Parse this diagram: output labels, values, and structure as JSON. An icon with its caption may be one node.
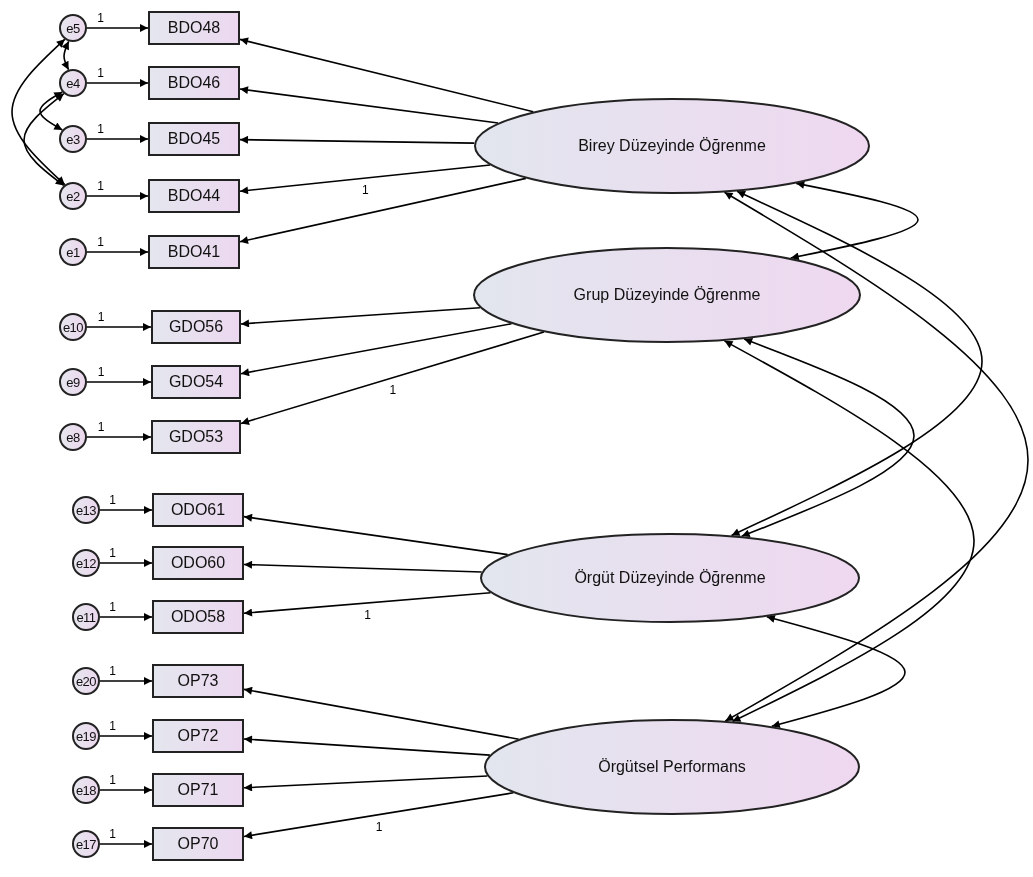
{
  "diagram": {
    "nodes": [
      {
        "text": [
          "e5"
        ]
      },
      {
        "text": [
          "BDO48"
        ]
      },
      {
        "text": [
          "e4"
        ]
      },
      {
        "text": [
          "BDO46"
        ]
      },
      {
        "text": [
          "e3"
        ]
      },
      {
        "text": [
          "BDO45"
        ]
      },
      {
        "text": [
          "e2"
        ]
      },
      {
        "text": [
          "BDO44"
        ]
      },
      {
        "text": [
          "e1"
        ]
      },
      {
        "text": [
          "BDO41"
        ]
      },
      {
        "text": [
          "Birey Düzeyinde Öğrenme"
        ]
      },
      {
        "text": [
          "e10"
        ]
      },
      {
        "text": [
          "GDO56"
        ]
      },
      {
        "text": [
          "e9"
        ]
      },
      {
        "text": [
          "GDO54"
        ]
      },
      {
        "text": [
          "e8"
        ]
      },
      {
        "text": [
          "GDO53"
        ]
      },
      {
        "text": [
          "Grup Düzeyinde Öğrenme"
        ]
      },
      {
        "text": [
          "e13"
        ]
      },
      {
        "text": [
          "ODO61"
        ]
      },
      {
        "text": [
          "e12"
        ]
      },
      {
        "text": [
          "ODO60"
        ]
      },
      {
        "text": [
          "e11"
        ]
      },
      {
        "text": [
          "ODO58"
        ]
      },
      {
        "text": [
          "Örgüt Düzeyinde Öğrenme"
        ]
      },
      {
        "text": [
          "e20"
        ]
      },
      {
        "text": [
          "OP73"
        ]
      },
      {
        "text": [
          "e19"
        ]
      },
      {
        "text": [
          "OP72"
        ]
      },
      {
        "text": [
          "e18"
        ]
      },
      {
        "text": [
          "OP71"
        ]
      },
      {
        "text": [
          "e17"
        ]
      },
      {
        "text": [
          "OP70"
        ]
      },
      {
        "text": [
          "Örgütsel Performans"
        ]
      }
    ],
    "edges": [
      {
        "from": 0,
        "to": 1,
        "arrow": "to",
        "label": "1"
      },
      {
        "from": 2,
        "to": 3,
        "arrow": "to",
        "label": "1"
      },
      {
        "from": 4,
        "to": 5,
        "arrow": "to",
        "label": "1"
      },
      {
        "from": 6,
        "to": 7,
        "arrow": "to",
        "label": "1"
      },
      {
        "from": 8,
        "to": 9,
        "arrow": "to",
        "label": "1"
      },
      {
        "from": 10,
        "to": 1,
        "arrow": "to"
      },
      {
        "from": 10,
        "to": 3,
        "arrow": "to"
      },
      {
        "from": 10,
        "to": 5,
        "arrow": "to"
      },
      {
        "from": 10,
        "to": 7,
        "arrow": "to",
        "label": "1"
      },
      {
        "from": 10,
        "to": 9,
        "arrow": "to"
      },
      {
        "from": 11,
        "to": 12,
        "arrow": "to",
        "label": "1"
      },
      {
        "from": 13,
        "to": 14,
        "arrow": "to",
        "label": "1"
      },
      {
        "from": 15,
        "to": 16,
        "arrow": "to",
        "label": "1"
      },
      {
        "from": 17,
        "to": 12,
        "arrow": "to"
      },
      {
        "from": 17,
        "to": 14,
        "arrow": "to"
      },
      {
        "from": 17,
        "to": 16,
        "arrow": "to",
        "label": "1"
      },
      {
        "from": 18,
        "to": 19,
        "arrow": "to",
        "label": "1"
      },
      {
        "from": 20,
        "to": 21,
        "arrow": "to",
        "label": "1"
      },
      {
        "from": 22,
        "to": 23,
        "arrow": "to",
        "label": "1"
      },
      {
        "from": 24,
        "to": 19,
        "arrow": "to"
      },
      {
        "from": 24,
        "to": 21,
        "arrow": "to"
      },
      {
        "from": 24,
        "to": 23,
        "arrow": "to",
        "label": "1"
      },
      {
        "from": 25,
        "to": 26,
        "arrow": "to",
        "label": "1"
      },
      {
        "from": 27,
        "to": 28,
        "arrow": "to",
        "label": "1"
      },
      {
        "from": 29,
        "to": 30,
        "arrow": "to",
        "label": "1"
      },
      {
        "from": 31,
        "to": 32,
        "arrow": "to",
        "label": "1"
      },
      {
        "from": 33,
        "to": 26,
        "arrow": "to"
      },
      {
        "from": 33,
        "to": 28,
        "arrow": "to"
      },
      {
        "from": 33,
        "to": 30,
        "arrow": "to"
      },
      {
        "from": 33,
        "to": 32,
        "arrow": "to",
        "label": "1"
      },
      {
        "from": 0,
        "to": 2,
        "arrow": "both"
      },
      {
        "from": 0,
        "to": 6,
        "arrow": "both"
      },
      {
        "from": 2,
        "to": 4,
        "arrow": "both"
      },
      {
        "from": 2,
        "to": 6,
        "arrow": "both"
      },
      {
        "from": 10,
        "to": 17,
        "arrow": "both"
      },
      {
        "from": 10,
        "to": 24,
        "arrow": "both"
      },
      {
        "from": 10,
        "to": 33,
        "arrow": "both"
      },
      {
        "from": 17,
        "to": 24,
        "arrow": "both"
      },
      {
        "from": 17,
        "to": 33,
        "arrow": "both"
      },
      {
        "from": 24,
        "to": 33,
        "arrow": "both"
      }
    ]
  }
}
